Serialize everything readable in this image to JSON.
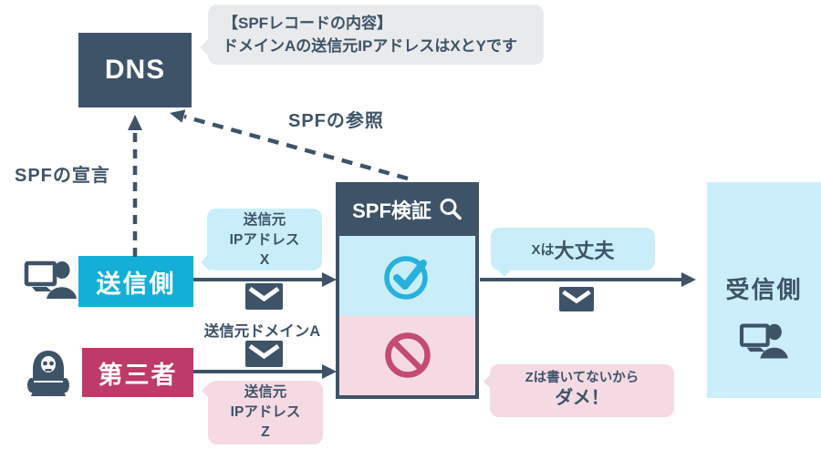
{
  "diagram": {
    "dns": {
      "label": "DNS"
    },
    "record_bubble": {
      "line1": "【SPFレコードの内容】",
      "line2": "ドメインAの送信元IPアドレスはXとYです"
    },
    "labels": {
      "spf_declaration": "SPFの宣言",
      "spf_reference": "SPFの参照",
      "sender_domain": "送信元ドメインA"
    },
    "sender": {
      "label": "送信側"
    },
    "third_party": {
      "label": "第三者"
    },
    "sender_ip_bubble": {
      "line1": "送信元",
      "line2": "IPアドレス",
      "line3": "X"
    },
    "third_party_ip_bubble": {
      "line1": "送信元",
      "line2": "IPアドレス",
      "line3": "Z"
    },
    "verification": {
      "title": "SPF検証"
    },
    "ok_bubble": {
      "prefix": "Xは",
      "emphasis": "大丈夫"
    },
    "ng_bubble": {
      "line1": "Zは書いてないから",
      "emphasis": "ダメ！"
    },
    "receiver": {
      "label": "受信側"
    }
  },
  "icons": {
    "sender_device": "computer-user",
    "third_party_device": "hacker-laptop",
    "verification_lens": "magnifier",
    "pass_mark": "check-circle",
    "fail_mark": "no-entry",
    "mail": "envelope"
  },
  "colors": {
    "slate": "#3E5368",
    "cyan_box": "#13AFD6",
    "crimson_box": "#BE3A68",
    "light_blue": "#C9EEFA",
    "pink": "#F5DAE4",
    "gray_bubble": "#E9EAEB",
    "check_icon": "#27B1DC",
    "prohibit_icon": "#C34B74",
    "background": "#FFFFFF"
  }
}
